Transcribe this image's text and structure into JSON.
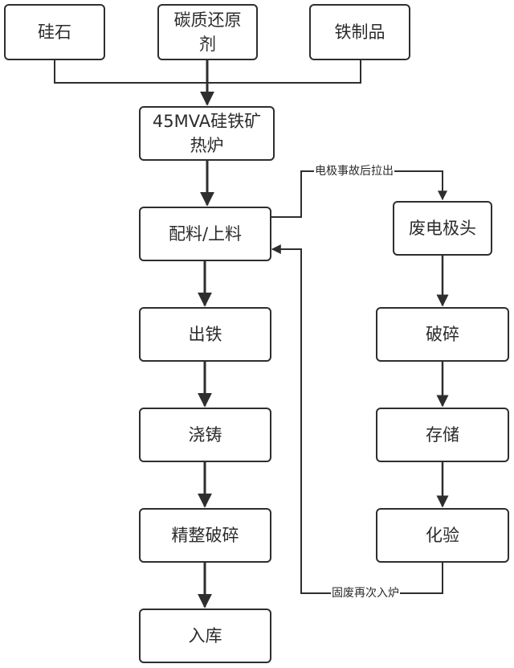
{
  "diagram": {
    "inputs": [
      {
        "label": "硅石"
      },
      {
        "label": "碳质还原剂"
      },
      {
        "label": "铁制品"
      }
    ],
    "main_flow": [
      {
        "label": "45MVA硅铁矿热炉"
      },
      {
        "label": "配料/上料"
      },
      {
        "label": "出铁"
      },
      {
        "label": "浇铸"
      },
      {
        "label": "精整破碎"
      },
      {
        "label": "入库"
      }
    ],
    "side_flow": [
      {
        "label": "废电极头"
      },
      {
        "label": "破碎"
      },
      {
        "label": "存储"
      },
      {
        "label": "化验"
      }
    ],
    "edge_labels": {
      "to_waste_electrode": "电极事故后拉出",
      "back_to_furnace": "固废再次入炉"
    }
  }
}
